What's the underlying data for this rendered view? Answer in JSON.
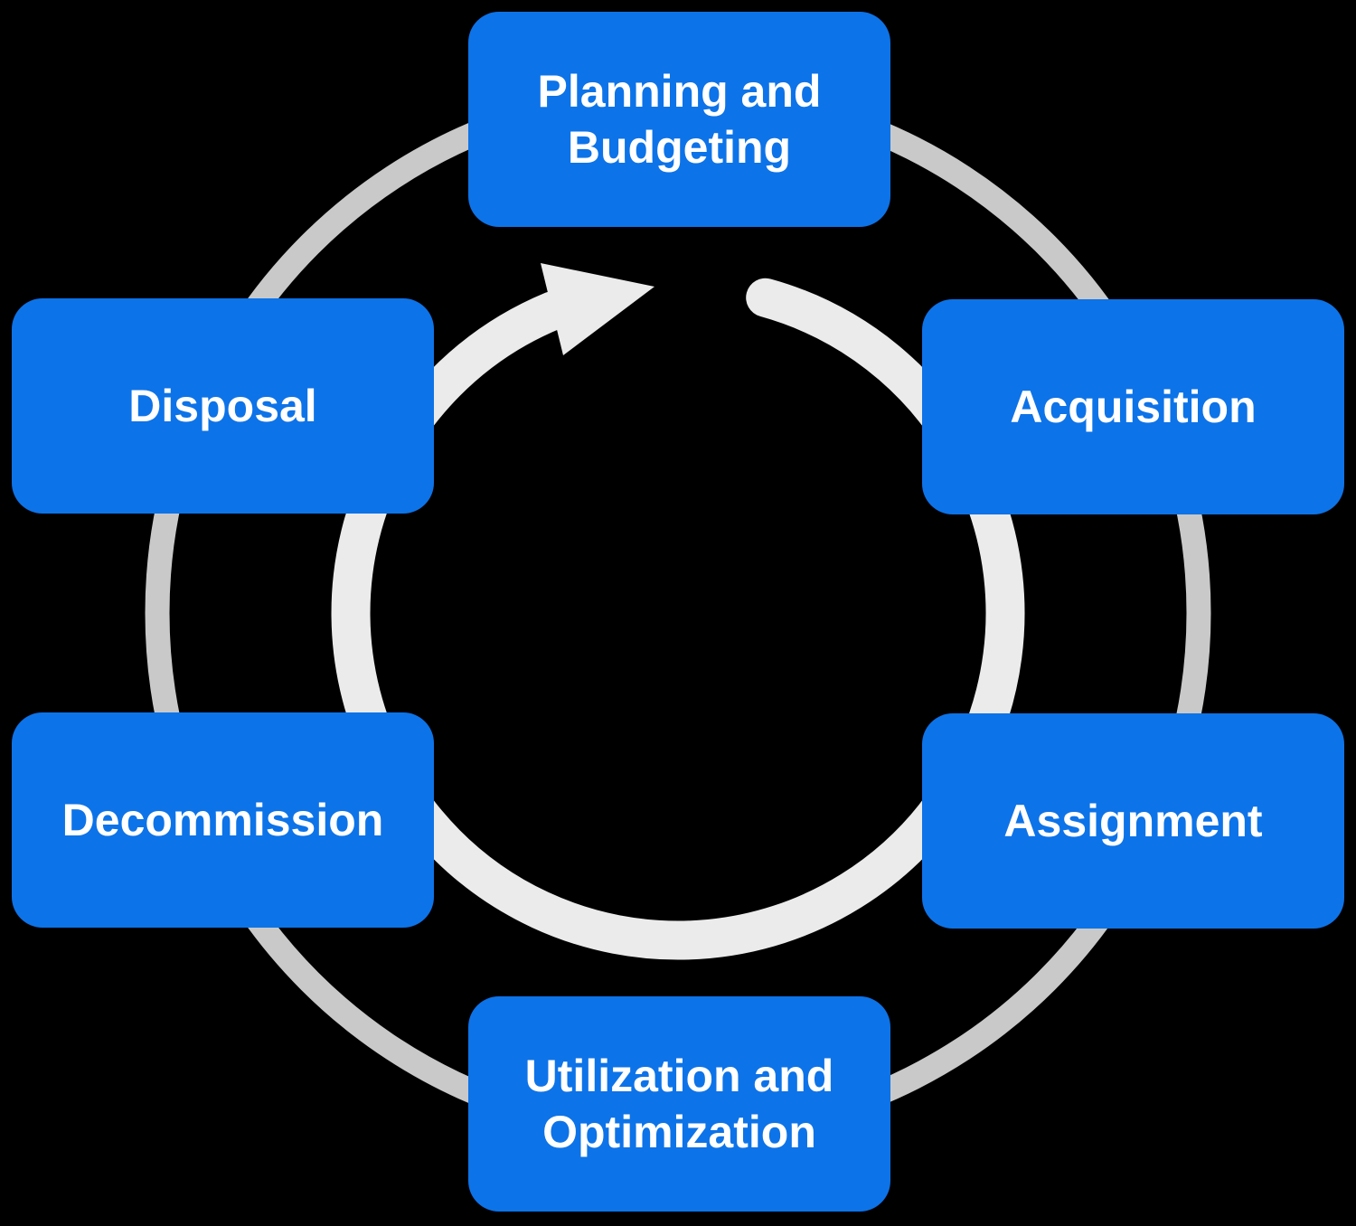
{
  "colors": {
    "background": "#000000",
    "box_fill": "#0d73e8",
    "box_text": "#ffffff",
    "outer_ring": "#c9c9c9",
    "arrow": "#ebebeb"
  },
  "diagram": {
    "type": "cycle",
    "direction": "clockwise",
    "stages": [
      {
        "label": "Planning and Budgeting",
        "position": "top"
      },
      {
        "label": "Acquisition",
        "position": "upper-right"
      },
      {
        "label": "Assignment",
        "position": "lower-right"
      },
      {
        "label": "Utilization and Optimization",
        "position": "bottom"
      },
      {
        "label": "Decommission",
        "position": "lower-left"
      },
      {
        "label": "Disposal",
        "position": "upper-left"
      }
    ]
  }
}
